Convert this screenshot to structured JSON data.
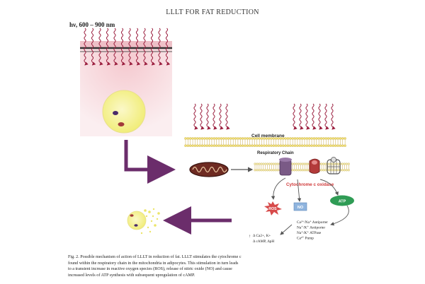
{
  "header": {
    "title": "LLLT FOR FAT REDUCTION"
  },
  "figure": {
    "wavelength": "hν, 600 – 900 nm",
    "membrane_label": "Cell membrane",
    "resp_chain_label": "Respiratory Chain",
    "cyto_label": "Cytochrome c oxidase",
    "ros_label": "ROS",
    "no_label": "NO",
    "atp_label": "ATP",
    "pumps": [
      "Ca²⁺/Na⁺ Antiporter",
      "Na⁺/K⁺ Antiporter",
      "Na⁺/K⁺ ATPase",
      "Ca²⁺ Pump"
    ],
    "effects": [
      "Δ Ca2+, K+",
      "Δ cAMP, ΔpH"
    ],
    "colors": {
      "laser": "#9b1f3f",
      "arrow_purple": "#6b2d6b",
      "cyto_text": "#d03a3a",
      "atp": "#2f9c55",
      "no_box": "#8fb4de",
      "ros": "#d74a4a"
    }
  },
  "caption": {
    "line1": "Fig. 2.  Possible mechanism of action of LLLT in reduction of fat. LLLT stimulates the cytochrome c",
    "line2": "found within the respiratory chain in the mitochondria in adipocytes. This stimulation in turn leads",
    "line3": "to a transient increase in reactive oxygen species (ROS), release of nitric oxide (NO) and cause",
    "line4": "increased levels of ATP synthesis with subsequent upregulation of cAMP."
  }
}
